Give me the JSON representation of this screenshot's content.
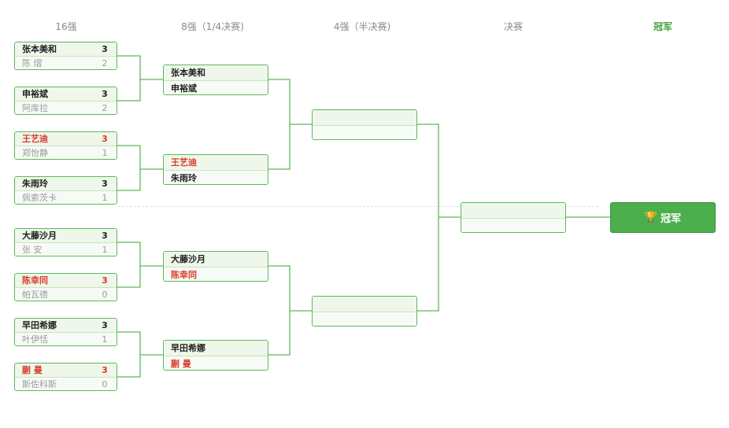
{
  "stages": [
    "16强",
    "8强（1/4决赛)",
    "4强（半决赛)",
    "决赛",
    "冠军"
  ],
  "colors": {
    "accent": "#5cb85c",
    "champion_bg": "#4cae4c",
    "highlight_red": "#d93b2b"
  },
  "round16": [
    {
      "p1": "张本美和",
      "s1": "3",
      "p2": "陈 熠",
      "s2": "2",
      "red": false
    },
    {
      "p1": "申裕斌",
      "s1": "3",
      "p2": "阿库拉",
      "s2": "2",
      "red": false
    },
    {
      "p1": "王艺迪",
      "s1": "3",
      "p2": "郑怡静",
      "s2": "1",
      "red": true
    },
    {
      "p1": "朱雨玲",
      "s1": "3",
      "p2": "佩索茨卡",
      "s2": "1",
      "red": false
    },
    {
      "p1": "大藤沙月",
      "s1": "3",
      "p2": "张 安",
      "s2": "1",
      "red": false
    },
    {
      "p1": "陈幸同",
      "s1": "3",
      "p2": "帕瓦德",
      "s2": "0",
      "red": true
    },
    {
      "p1": "早田希娜",
      "s1": "3",
      "p2": "叶伊恬",
      "s2": "1",
      "red": false
    },
    {
      "p1": "蒯 曼",
      "s1": "3",
      "p2": "斯佐科斯",
      "s2": "0",
      "red": true
    }
  ],
  "quarter": [
    {
      "p1": "张本美和",
      "p1_red": false,
      "p2": "申裕斌",
      "p2_red": false
    },
    {
      "p1": "王艺迪",
      "p1_red": true,
      "p2": "朱雨玲",
      "p2_red": false
    },
    {
      "p1": "大藤沙月",
      "p1_red": false,
      "p2": "陈幸同",
      "p2_red": true
    },
    {
      "p1": "早田希娜",
      "p1_red": false,
      "p2": "蒯 曼",
      "p2_red": true
    }
  ],
  "semi": [
    {
      "p1": "",
      "p2": ""
    },
    {
      "p1": "",
      "p2": ""
    }
  ],
  "final": {
    "p1": "",
    "p2": ""
  },
  "champion": {
    "icon": "trophy-icon",
    "label": "冠军"
  }
}
